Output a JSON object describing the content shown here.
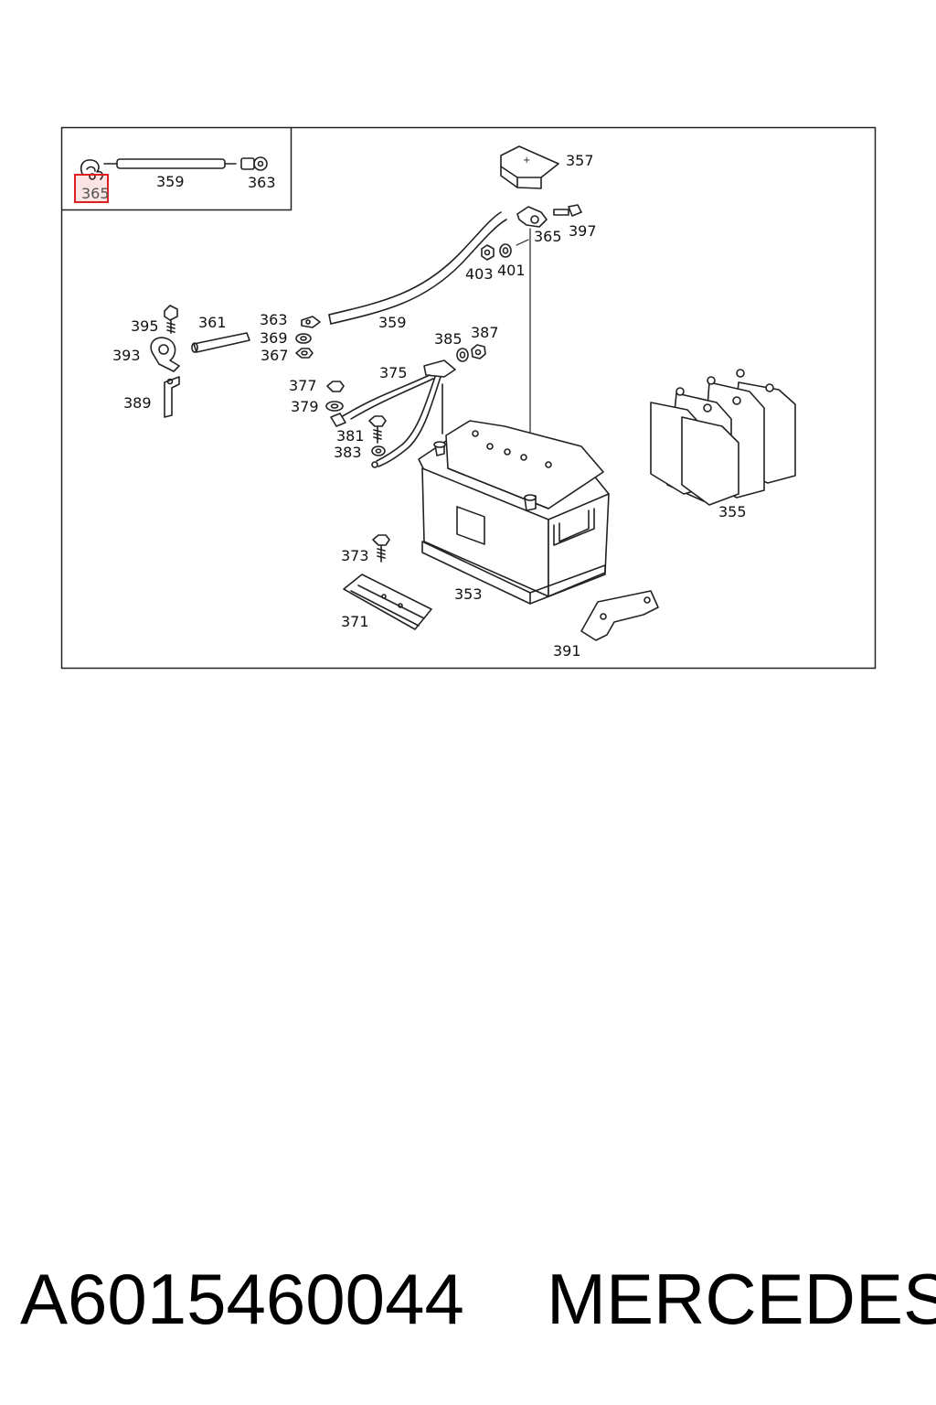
{
  "diagram": {
    "inset_labels": {
      "c365": "365",
      "c359": "359",
      "c363": "363"
    },
    "labels": {
      "c357": "357",
      "c365": "365",
      "c397": "397",
      "c403": "403",
      "c401": "401",
      "c395": "395",
      "c361": "361",
      "c363": "363",
      "c359": "359",
      "c369": "369",
      "c367": "367",
      "c393": "393",
      "c385": "385",
      "c387": "387",
      "c375": "375",
      "c377": "377",
      "c379": "379",
      "c389": "389",
      "c381": "381",
      "c383": "383",
      "c355": "355",
      "c373": "373",
      "c353": "353",
      "c371": "371",
      "c391": "391"
    },
    "highlight_color": "#e02020"
  },
  "footer": {
    "part_number": "A6015460044",
    "brand": "MERCEDES"
  }
}
